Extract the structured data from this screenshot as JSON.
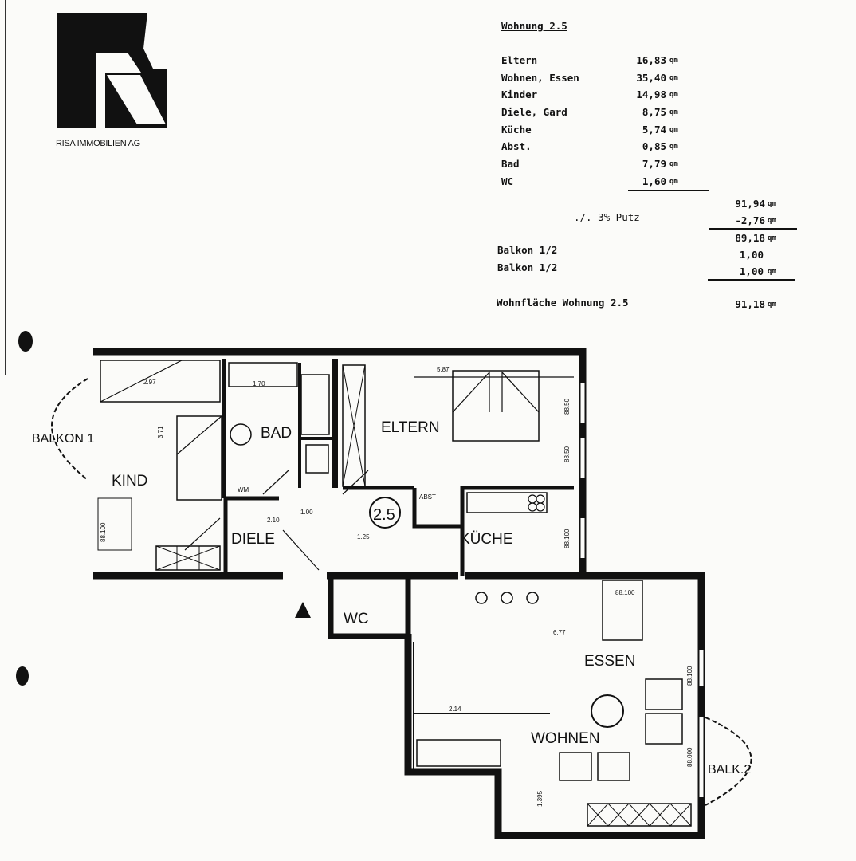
{
  "company": {
    "name": "RISA IMMOBILIEN AG",
    "logo_letter": "R"
  },
  "area_table": {
    "title": "Wohnung 2.5",
    "unit": "qm",
    "rooms": [
      {
        "name": "Eltern",
        "area": "16,83"
      },
      {
        "name": "Wohnen, Essen",
        "area": "35,40"
      },
      {
        "name": "Kinder",
        "area": "14,98"
      },
      {
        "name": "Diele, Gard",
        "area": "8,75"
      },
      {
        "name": "Küche",
        "area": "5,74"
      },
      {
        "name": "Abst.",
        "area": "0,85"
      },
      {
        "name": "Bad",
        "area": "7,79"
      },
      {
        "name": "WC",
        "area": "1,60"
      }
    ],
    "subtotal": "91,94",
    "putz_label": "./. 3% Putz",
    "putz_value": "-2,76",
    "after_putz": "89,18",
    "balconies": [
      {
        "name": "Balkon 1/2",
        "area": "1,00"
      },
      {
        "name": "Balkon 1/2",
        "area": "1,00"
      }
    ],
    "total_label": "Wohnfläche Wohnung 2.5",
    "total": "91,18"
  },
  "plan": {
    "unit_number": "2.5",
    "rooms": {
      "balkon1": "BALKON 1",
      "kind": "KIND",
      "bad": "BAD",
      "eltern": "ELTERN",
      "diele": "DIELE",
      "abst": "ABST",
      "kueche": "KÜCHE",
      "wc": "WC",
      "essen": "ESSEN",
      "wohnen": "WOHNEN",
      "balk2": "BALK.2"
    },
    "dimensions": {
      "d1": "2.97",
      "d2": "1.70",
      "d3": "5.87",
      "d4": "88.50",
      "d5": "88.50",
      "d6": "88.100",
      "d7": "3.71",
      "d8": "1.00",
      "d9": "2.10",
      "d10": "1.25",
      "d11": "6.77",
      "d12": "88.100",
      "d13": "2.14",
      "d14": "1.395",
      "d15": "88.000",
      "d16": "88.100",
      "d17": "WM",
      "d18": "88.100"
    }
  }
}
